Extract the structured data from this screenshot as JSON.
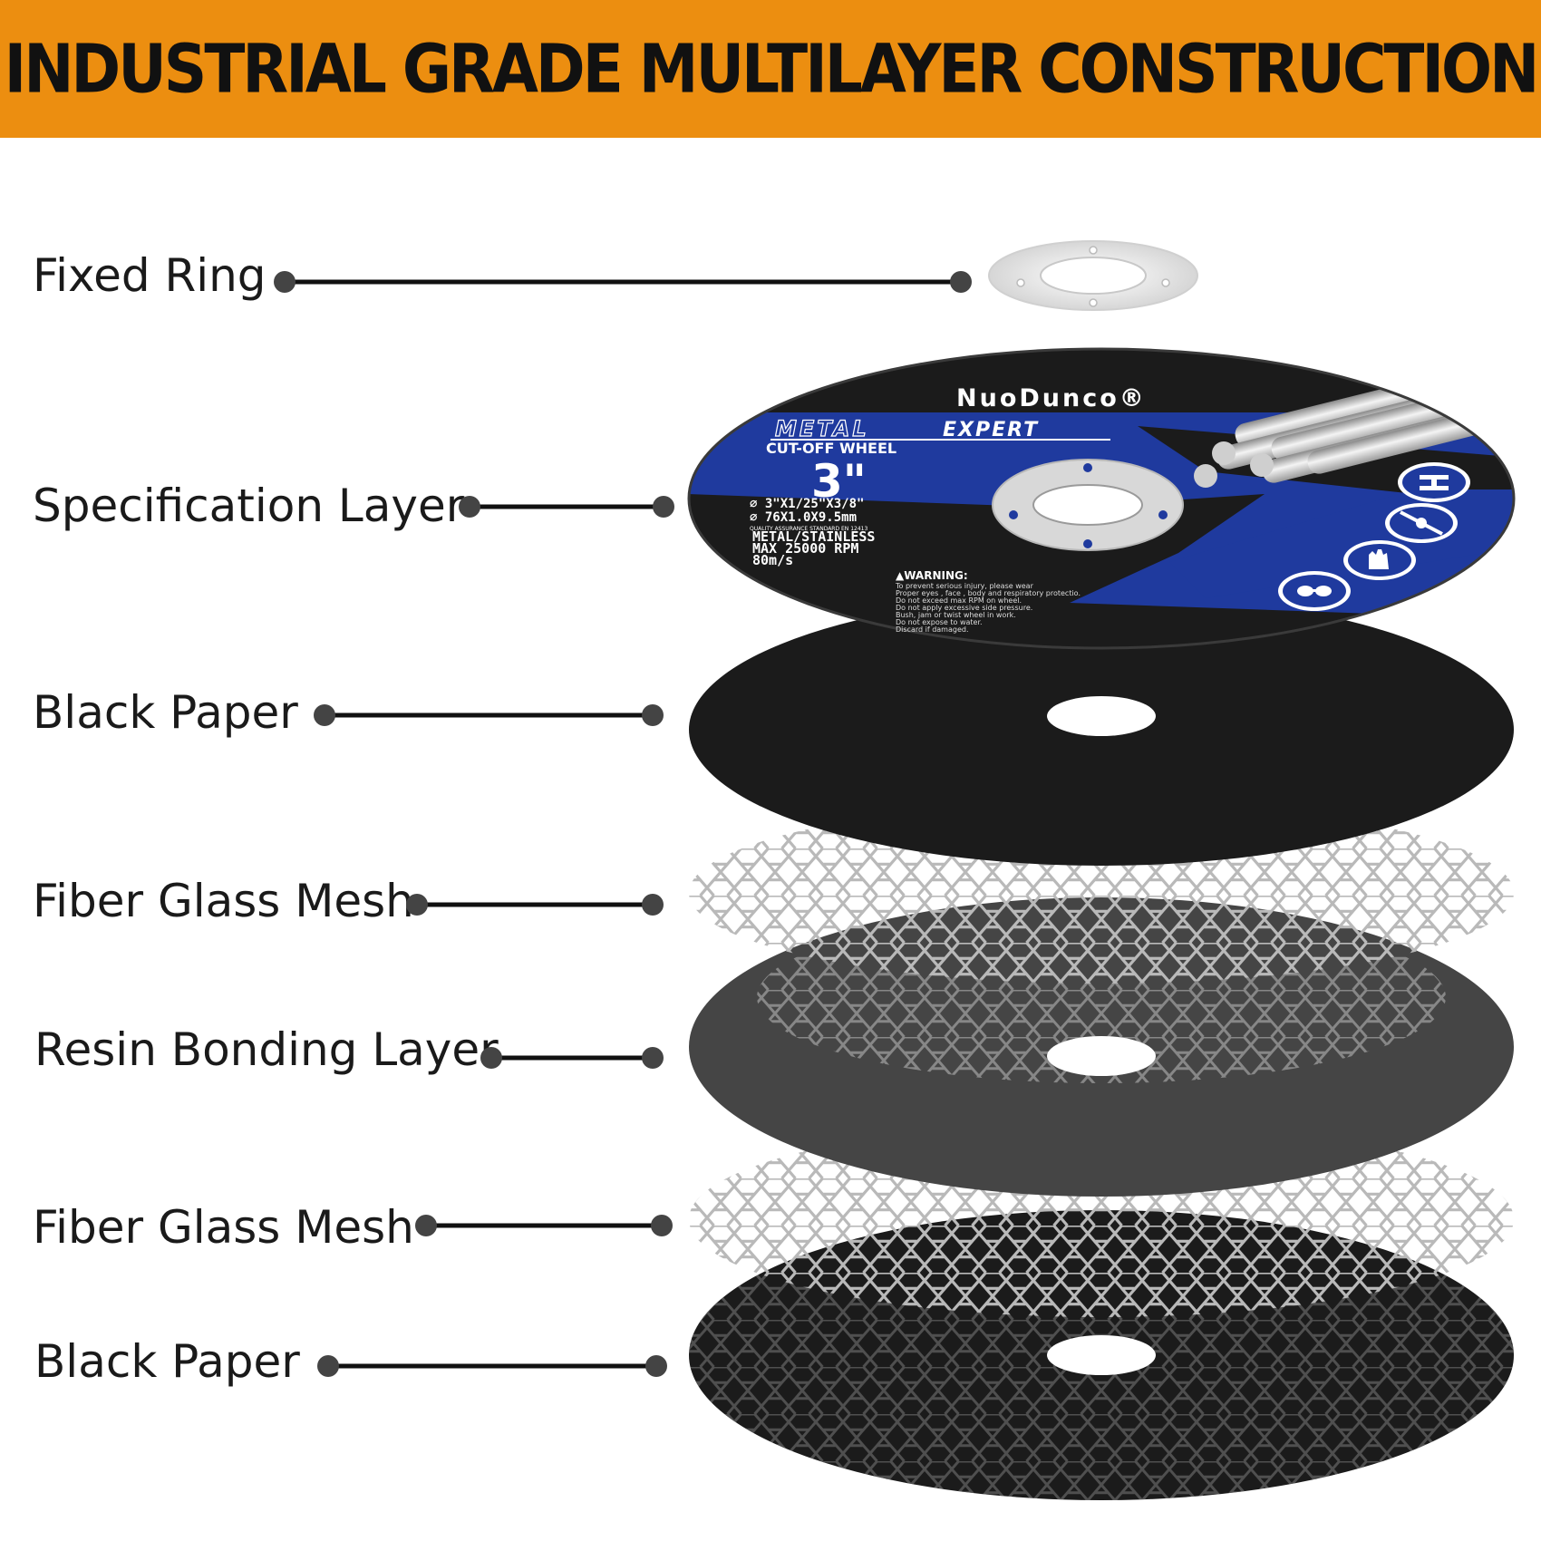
{
  "header": {
    "title": "INDUSTRIAL GRADE MULTILAYER CONSTRUCTION"
  },
  "colors": {
    "banner": "#ec8e10",
    "spec_blue": "#1f3a9e",
    "disc_black": "#1b1b1b",
    "resin_gray": "#454545"
  },
  "layers": [
    {
      "label": "Fixed Ring"
    },
    {
      "label": "Specification Layer"
    },
    {
      "label": "Black Paper"
    },
    {
      "label": "Fiber Glass Mesh"
    },
    {
      "label": "Resin Bonding Layer"
    },
    {
      "label": "Fiber Glass Mesh"
    },
    {
      "label": "Black Paper"
    }
  ],
  "wheel": {
    "brand": "NuoDunco®",
    "line1": "METAL",
    "line2": "EXPERT",
    "product": "CUT-OFF WHEEL",
    "size": "3\"",
    "spec_imperial": "⌀ 3\"X1/25\"X3/8\"",
    "spec_metric": "⌀ 76X1.0X9.5mm",
    "quality": "QUALITY ASSURANCE STANDARD EN 12413",
    "material": "METAL/STAINLESS",
    "rpm": "MAX 25000 RPM",
    "speed": "80m/s",
    "warning_title": "▲WARNING:",
    "warning_lines": [
      "To prevent serious injury, please wear",
      "Proper eyes , face , body and respiratory protectio.",
      "Do not exceed max RPM on wheel.",
      "Do not apply excessive side pressure.",
      "Bush, jam or twist wheel in work.",
      "Do not expose to water.",
      "Discard if damaged."
    ]
  }
}
